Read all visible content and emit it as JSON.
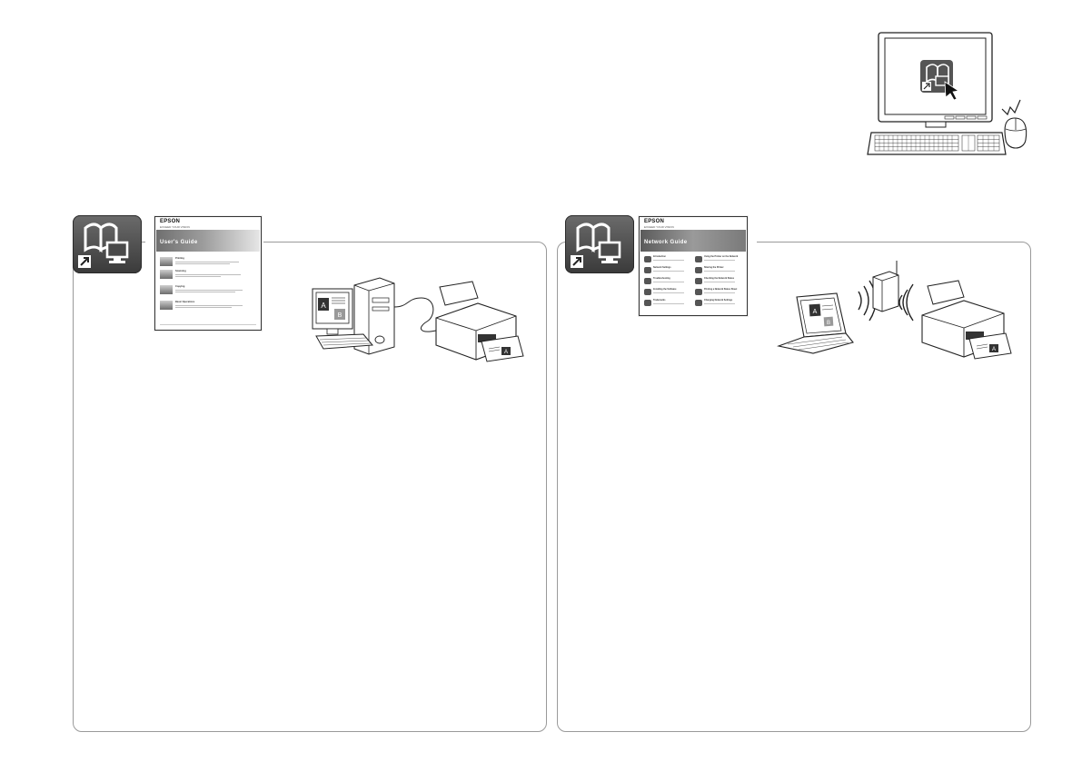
{
  "user_guide": {
    "brand": "EPSON",
    "brand_sub": "EXCEED YOUR VISION",
    "title": "User's Guide",
    "sections": [
      "Printing",
      "Scanning",
      "Copying",
      "Basic Operations"
    ]
  },
  "network_guide": {
    "brand": "EPSON",
    "brand_sub": "EXCEED YOUR VISION",
    "title": "Network Guide",
    "items": [
      "Introduction",
      "Using the Printer on the Network",
      "Network Settings",
      "Sharing the Printer",
      "Troubleshooting",
      "Checking the Network Status",
      "Installing the Software",
      "Printing a Network Status Sheet",
      "Trademarks",
      "Changing Network Settings"
    ]
  },
  "colors": {
    "panel_border": "#9a9a9a",
    "icon_bg": "#4a4a4a",
    "line_art": "#222222"
  }
}
